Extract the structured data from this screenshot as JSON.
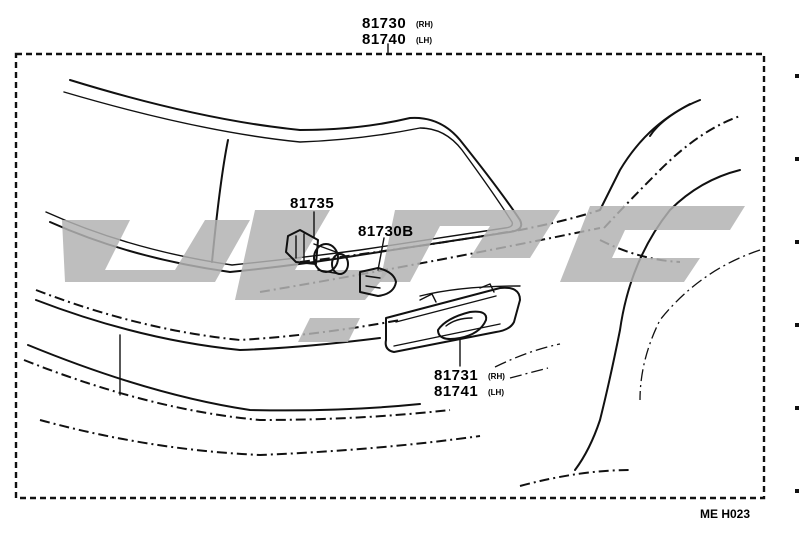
{
  "assembly": {
    "part_rh": "81730",
    "part_rh_side": "(RH)",
    "part_lh": "81740",
    "part_lh_side": "(LH)"
  },
  "parts": {
    "socket": "81735",
    "bulb": "81730B",
    "lens_rh": "81731",
    "lens_rh_side": "(RH)",
    "lens_lh": "81741",
    "lens_lh_side": "(LH)"
  },
  "figure_code": "ME H023",
  "watermark_color": "#b3b3b3"
}
